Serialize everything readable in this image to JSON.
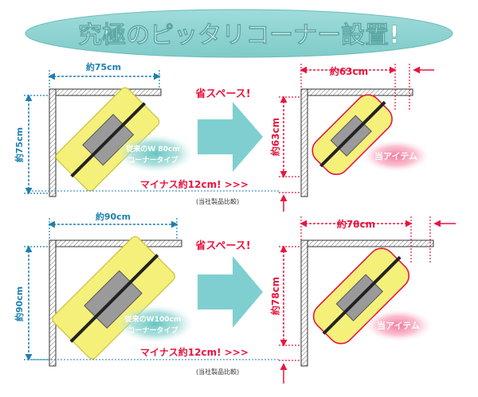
{
  "banner": {
    "title": "究極のピッタリコーナー設置!"
  },
  "colors": {
    "banner_fill": "#8fd3d1",
    "blue_dim": "#1f7fb0",
    "red_dim": "#e8163f",
    "arrow": "#7fcfd0",
    "yellow": "#f4f07a",
    "pink_glow": "#f7a6bd",
    "teal_glow": "#8ed3cf"
  },
  "top": {
    "old_width": "約75cm",
    "old_height": "約75cm",
    "old_product": {
      "line1": "従来のW 80cm",
      "line2": "コーナータイプ"
    },
    "save_label": "省スペース!",
    "new_width": "約63cm",
    "new_height": "約63cm",
    "new_product": "当アイテム",
    "minus": "マイナス約12cm! >>>",
    "note": "(当社製品比較)"
  },
  "bottom": {
    "old_width": "約90cm",
    "old_height": "約90cm",
    "old_product": {
      "line1": "従来のW100cm",
      "line2": "コーナータイプ"
    },
    "save_label": "省スペース!",
    "new_width": "約78cm",
    "new_height": "約78cm",
    "new_product": "当アイテム",
    "minus": "マイナス約12cm! >>>",
    "note": "(当社製品比較)"
  }
}
